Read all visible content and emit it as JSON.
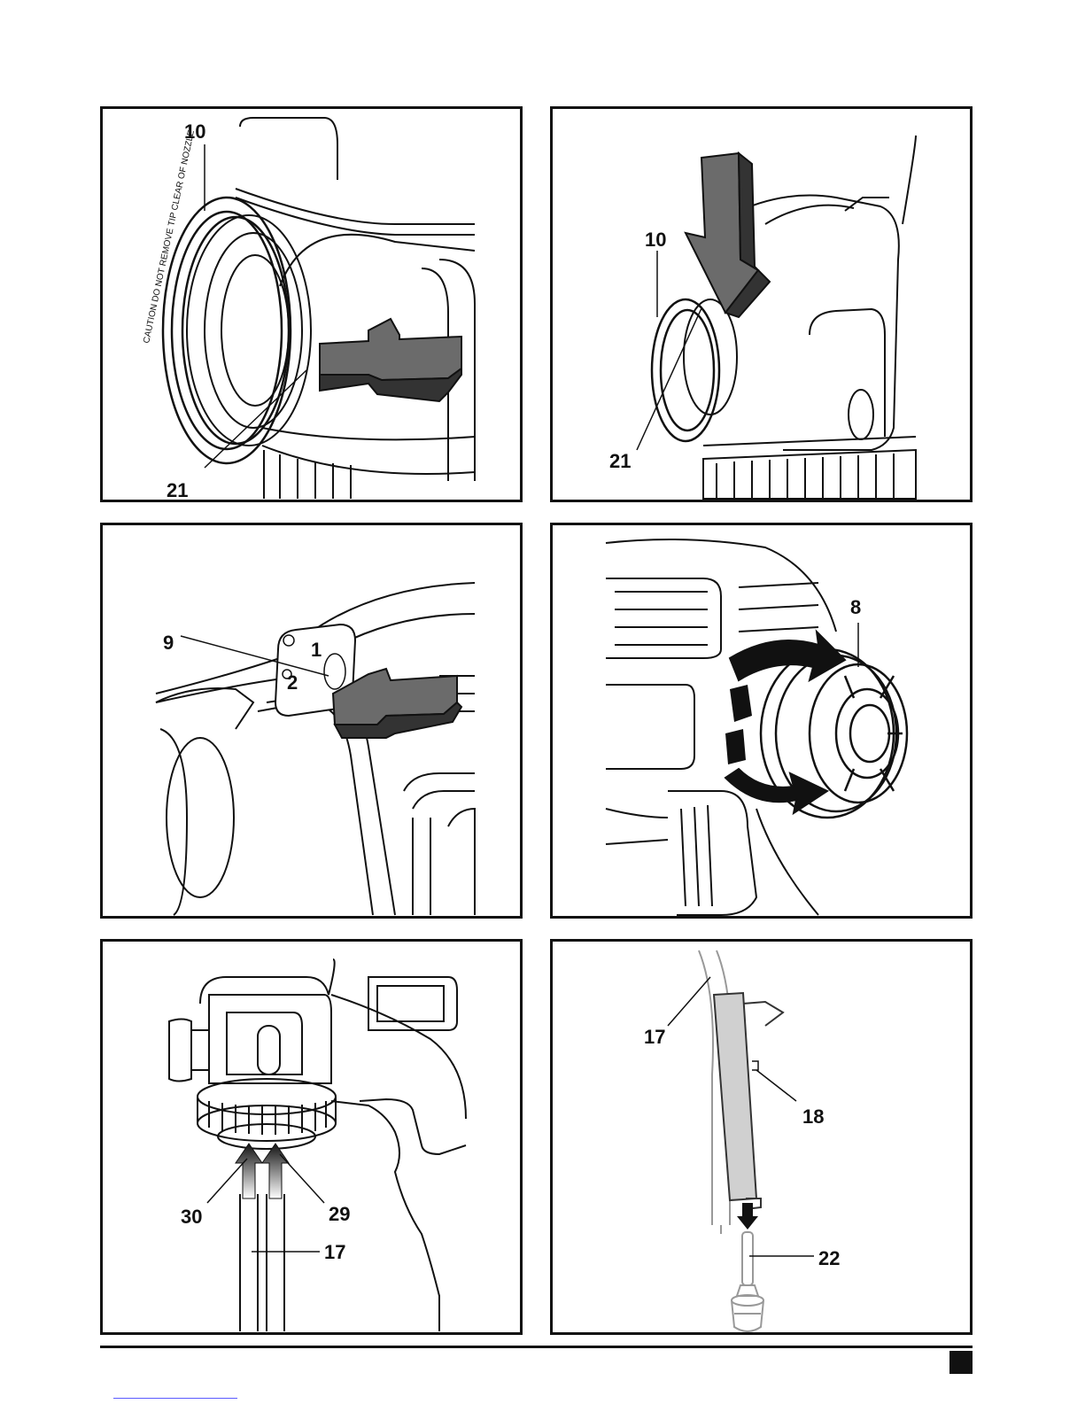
{
  "figures": [
    {
      "id": "fig-a",
      "labels": [
        "10",
        "21"
      ],
      "ring_text": "CAUTION DO NOT REMOVE TIP CLEAR OF NOZZLE"
    },
    {
      "id": "fig-b",
      "labels": [
        "10",
        "21"
      ]
    },
    {
      "id": "fig-c",
      "labels": [
        "9"
      ],
      "button_text": [
        "1",
        "2"
      ]
    },
    {
      "id": "fig-d",
      "labels": [
        "8"
      ]
    },
    {
      "id": "fig-e",
      "labels": [
        "30",
        "29",
        "17"
      ]
    },
    {
      "id": "fig-f",
      "labels": [
        "17",
        "18",
        "22"
      ]
    }
  ],
  "colors": {
    "line": "#111111",
    "arrow": "#6b6b6b",
    "arrow_dark": "#333333"
  }
}
